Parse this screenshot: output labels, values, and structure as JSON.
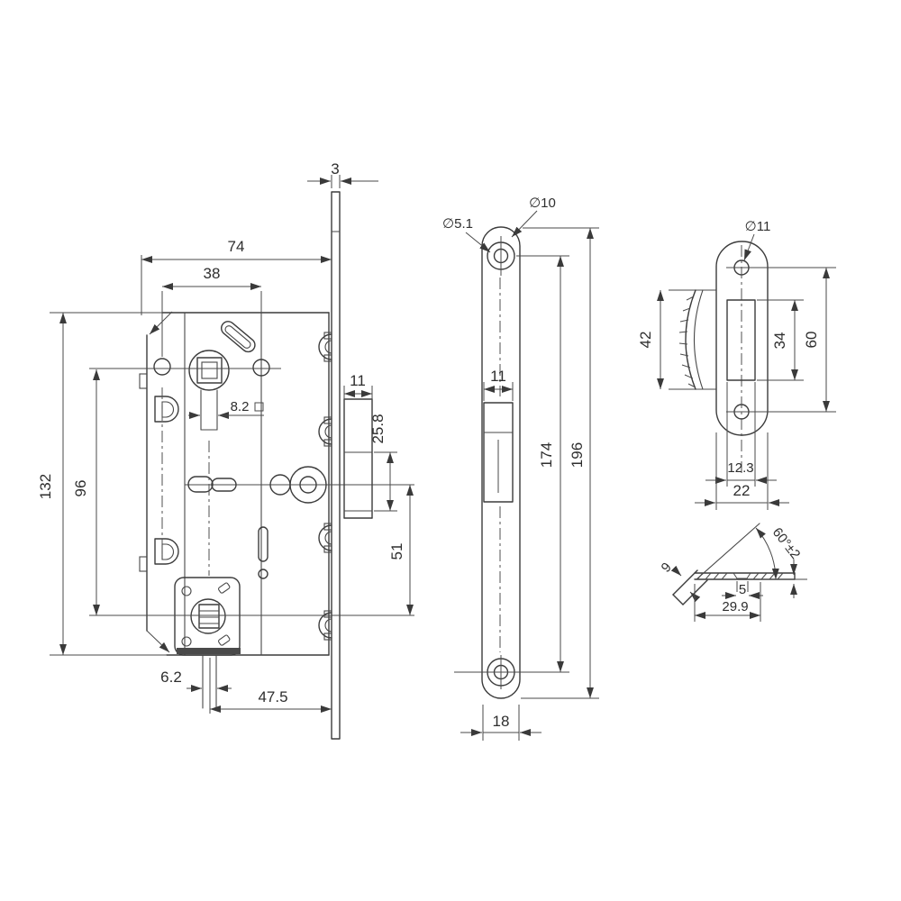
{
  "drawing": {
    "type": "mortise-lock-technical-drawing",
    "dims": {
      "left": {
        "plate_thickness": "3",
        "body_width": "74",
        "hole_spacing": "38",
        "body_height": "132",
        "center_distance": "96",
        "spindle_square": "8.2",
        "latch_width": "11",
        "latch_height": "25.8",
        "pz_distance": "51",
        "cylinder_offset": "6.2",
        "backset": "47.5"
      },
      "front": {
        "screw_hole": "∅5.1",
        "countersink": "∅10",
        "latch_cutout": "11",
        "hole_centers": "174",
        "plate_length": "196",
        "plate_width": "18"
      },
      "strike": {
        "hole": "∅11",
        "lip_height": "42",
        "cutout_height": "34",
        "hole_centers": "60",
        "cutout_width": "12.3",
        "plate_width": "22"
      },
      "section": {
        "lip_angle": "60°±2",
        "lip_thickness": "9",
        "notch_width": "5",
        "section_width": "29.9"
      }
    }
  }
}
